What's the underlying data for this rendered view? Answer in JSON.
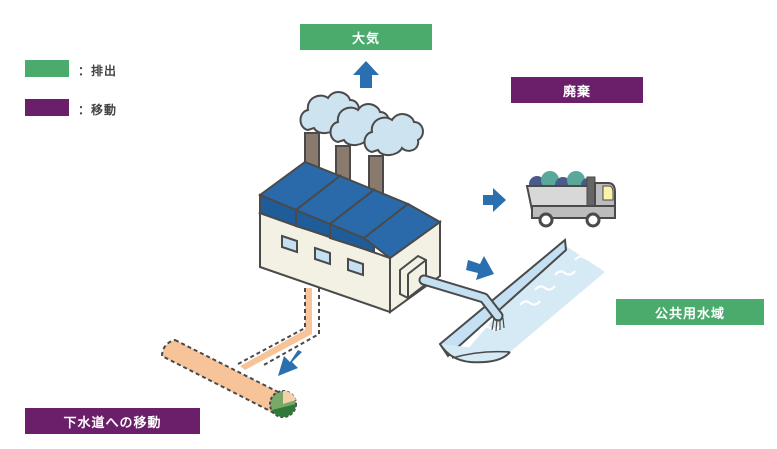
{
  "legend": {
    "items": [
      {
        "label": "：排出",
        "color": "#4aab6d",
        "meaning": "emission"
      },
      {
        "label": "：移動",
        "color": "#6b1f6a",
        "meaning": "transfer"
      }
    ]
  },
  "destinations": {
    "atmosphere": {
      "label": "大気",
      "type": "emission",
      "color": "#4aab6d"
    },
    "waste": {
      "label": "廃棄",
      "type": "transfer",
      "color": "#6b1f6a"
    },
    "public_water": {
      "label": "公共用水域",
      "type": "emission",
      "color": "#4aab6d"
    },
    "sewer": {
      "label": "下水道への移動",
      "type": "transfer",
      "color": "#6b1f6a"
    }
  },
  "colors": {
    "arrow": "#2a6fb0",
    "roof": "#2a6aaa",
    "wall": "#f3f0e4",
    "smoke": "#cde3f0",
    "chimney": "#8a7a6e",
    "sewer_pipe": "#f7c49a",
    "water": "#d6eaf6",
    "outline": "#4a4a4a"
  },
  "icons": {
    "factory": "factory-icon",
    "truck": "dump-truck-icon",
    "river": "water-channel-icon",
    "sewer": "sewer-pipe-icon",
    "arrow": "arrow-icon"
  }
}
